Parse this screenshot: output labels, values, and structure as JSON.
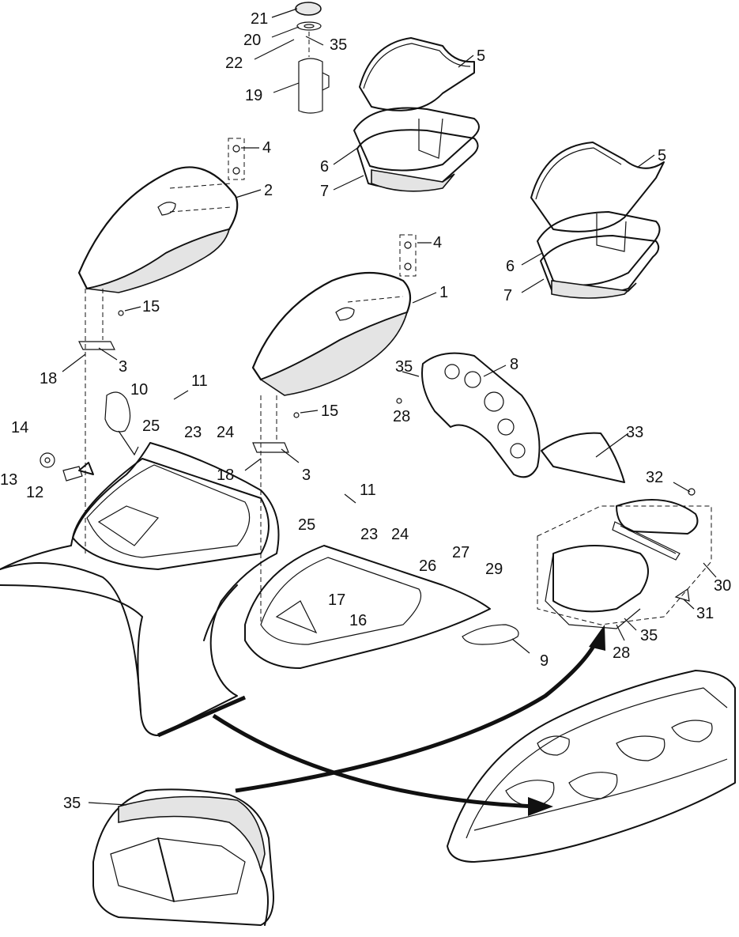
{
  "diagram": {
    "callouts": [
      "21",
      "20",
      "22",
      "35",
      "19",
      "5",
      "6",
      "7",
      "4",
      "2",
      "5",
      "6",
      "7",
      "4",
      "1",
      "15",
      "3",
      "18",
      "35",
      "8",
      "28",
      "10",
      "11",
      "25",
      "23",
      "24",
      "14",
      "13",
      "12",
      "15",
      "3",
      "18",
      "33",
      "32",
      "11",
      "25",
      "23",
      "24",
      "27",
      "26",
      "29",
      "17",
      "16",
      "30",
      "31",
      "35",
      "28",
      "9",
      "35"
    ]
  }
}
